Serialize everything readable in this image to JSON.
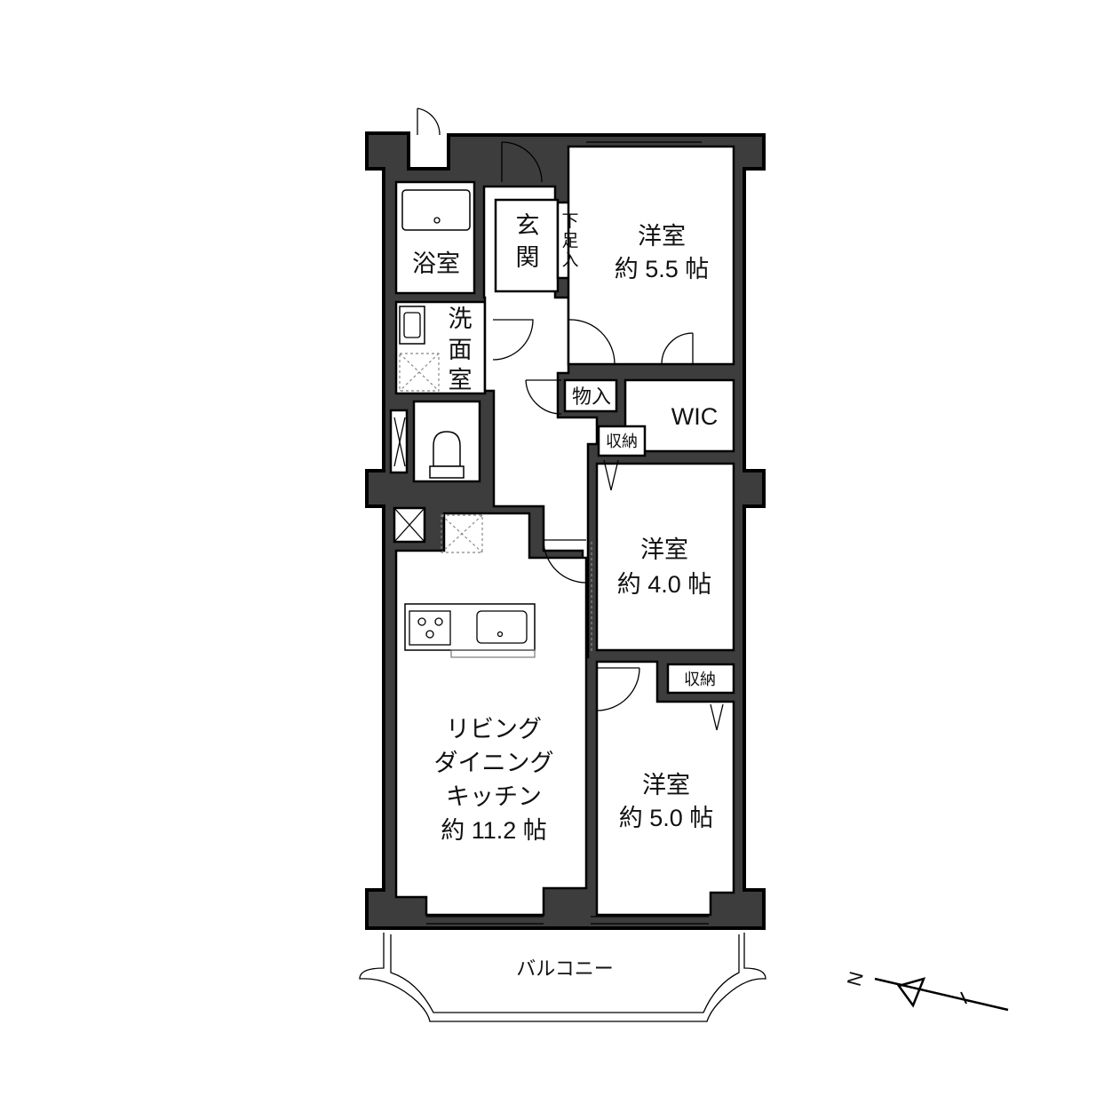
{
  "rooms": {
    "western1": {
      "name": "洋室",
      "size": "約 5.5 帖"
    },
    "western2": {
      "name": "洋室",
      "size": "約 4.0 帖"
    },
    "western3": {
      "name": "洋室",
      "size": "約 5.0 帖"
    },
    "ldk": {
      "line1": "リビング",
      "line2": "ダイニング",
      "line3": "キッチン",
      "size": "約 11.2 帖"
    },
    "entrance": {
      "c1": "玄",
      "c2": "関"
    },
    "shoe": {
      "c1": "下",
      "c2": "足",
      "c3": "入"
    },
    "bath": {
      "name": "浴室"
    },
    "washroom": {
      "c1": "洗",
      "c2": "面",
      "c3": "室"
    },
    "storage": {
      "name": "物入"
    },
    "closet1": {
      "name": "収納"
    },
    "closet2": {
      "name": "収納"
    },
    "wic": {
      "name": "WIC"
    },
    "balcony": {
      "name": "バルコニー"
    }
  },
  "compass": {
    "label": "N"
  }
}
